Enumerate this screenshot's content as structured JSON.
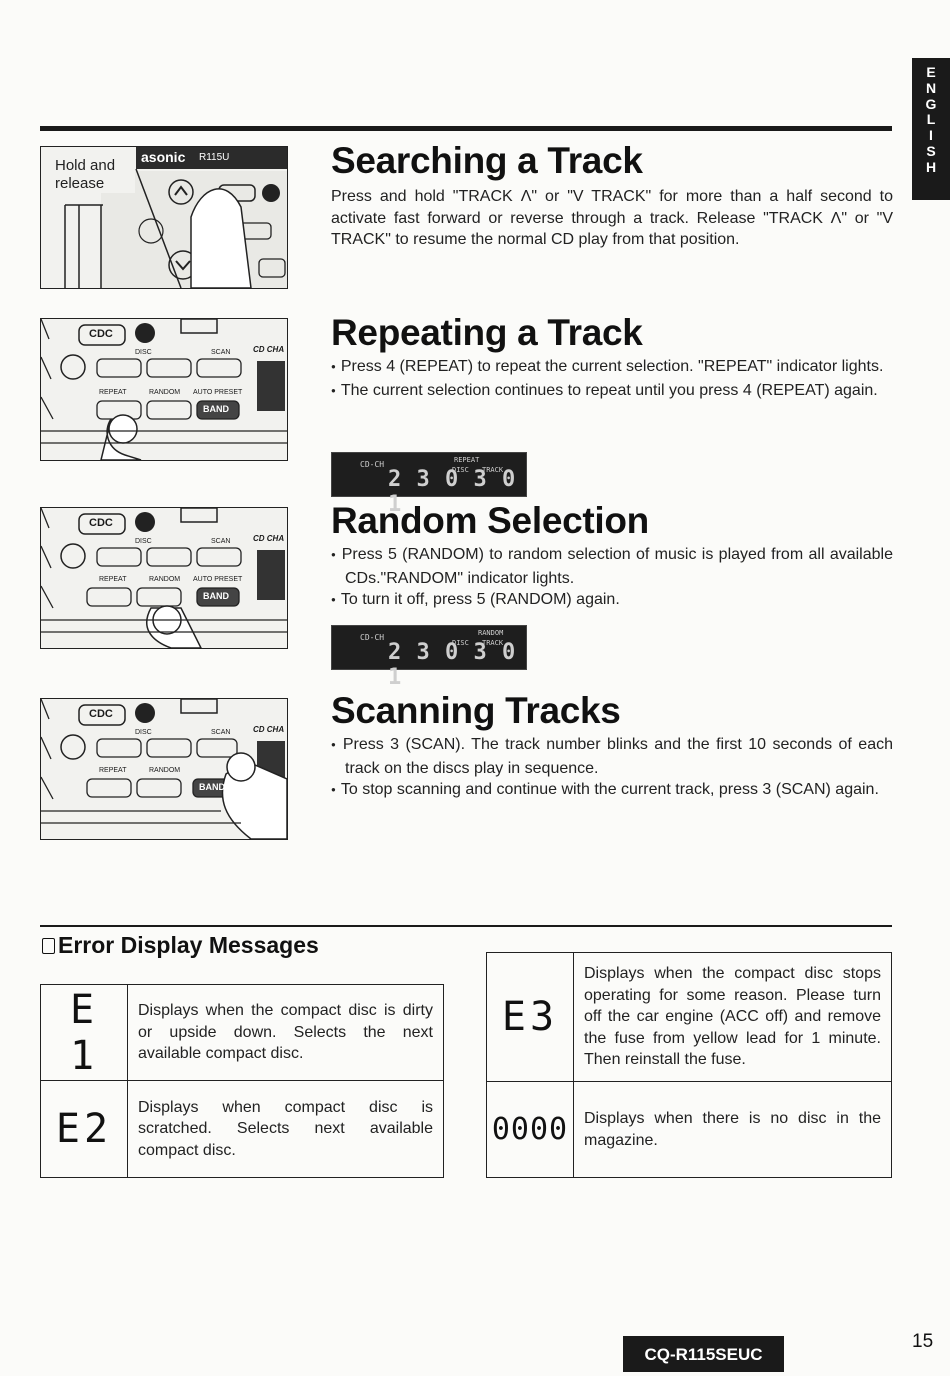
{
  "language_tab": [
    "E",
    "N",
    "G",
    "L",
    "I",
    "S",
    "H"
  ],
  "sections": {
    "searching": {
      "title": "Searching a Track",
      "text": "Press and hold \"TRACK Λ\" or \"V TRACK\" for more than a half second to activate fast forward or reverse through a track. Release \"TRACK Λ\" or \"V TRACK\" to resume the normal CD play from that position.",
      "illustration_label": "Hold and release",
      "illustration_brand": "asonic",
      "illustration_model": "R115U"
    },
    "repeating": {
      "title": "Repeating a Track",
      "bullets": [
        "Press 4 (REPEAT) to repeat the current selection. \"REPEAT\" indicator lights.",
        "The current selection continues to repeat until you press 4 (REPEAT) again."
      ],
      "display_indicator": "REPEAT",
      "display_digits": "2 3 0  3 0 1"
    },
    "random": {
      "title": "Random Selection",
      "bullets": [
        "Press 5 (RANDOM) to random selection of music is played from all available CDs.\"RANDOM\" indicator lights.",
        "To turn it off, press 5 (RANDOM) again."
      ],
      "display_indicator": "RANDOM",
      "display_digits": "2 3 0  3 0 1"
    },
    "scanning": {
      "title": "Scanning Tracks",
      "bullets": [
        "Press 3 (SCAN). The track number blinks and the first 10 seconds of each track on the discs play in sequence.",
        "To stop scanning and continue with the current track, press 3 (SCAN) again."
      ]
    }
  },
  "panel_labels": {
    "cdc": "CDC",
    "disc": "DISC",
    "scan": "SCAN",
    "cd_cha": "CD CHA",
    "repeat": "REPEAT",
    "random": "RANDOM",
    "auto_preset": "AUTO PRESET",
    "band": "BAND",
    "display_cdch": "CD-CH",
    "display_disc": "DISC",
    "display_track": "TRACK"
  },
  "errors": {
    "title": "Error Display Messages",
    "items": [
      {
        "code": "E 1",
        "text": "Displays when the compact disc is dirty or upside down. Selects the next available compact disc."
      },
      {
        "code": "E2",
        "text": "Displays when compact disc is scratched. Selects next available compact disc."
      },
      {
        "code": "E3",
        "text": "Displays when the compact disc stops operating for some reason. Please turn off the car engine (ACC off) and remove the fuse from yellow lead for 1 minute. Then reinstall the fuse."
      },
      {
        "code": "0000",
        "text": "Displays when there is no disc in the magazine."
      }
    ]
  },
  "footer": {
    "model": "CQ-R115SEUC",
    "page": "15"
  }
}
